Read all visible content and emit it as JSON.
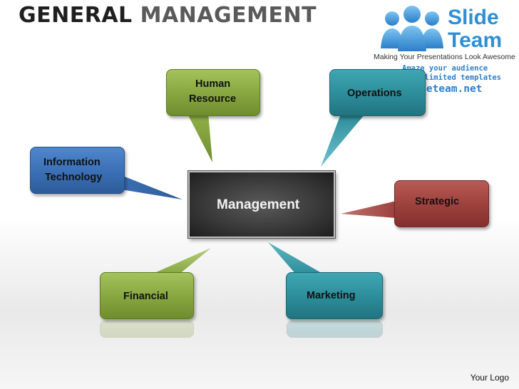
{
  "title": {
    "part1": "GENERAL",
    "part2": "MANAGEMENT"
  },
  "logo": {
    "word1": "Slide",
    "word2": "Team",
    "tagline": "Making Your Presentations Look Awesome",
    "promo_line1": "Amaze your audience",
    "promo_line2": "Download unlimited templates",
    "promo_url": "www.slideteam.net"
  },
  "diagram": {
    "center": "Management",
    "nodes": {
      "human_resource": {
        "line1": "Human",
        "line2": "Resource"
      },
      "operations": "Operations",
      "information_technology": {
        "line1": "Information",
        "line2": "Technology"
      },
      "strategic": "Strategic",
      "financial": "Financial",
      "marketing": "Marketing"
    }
  },
  "footer": {
    "logo_text": "Your Logo"
  },
  "colors": {
    "green": "#86a53f",
    "teal": "#2c8c9a",
    "blue": "#3a6fb5",
    "red": "#9c403c",
    "center": "#3a3a3a",
    "logo_blue": "#2f8fd6"
  }
}
